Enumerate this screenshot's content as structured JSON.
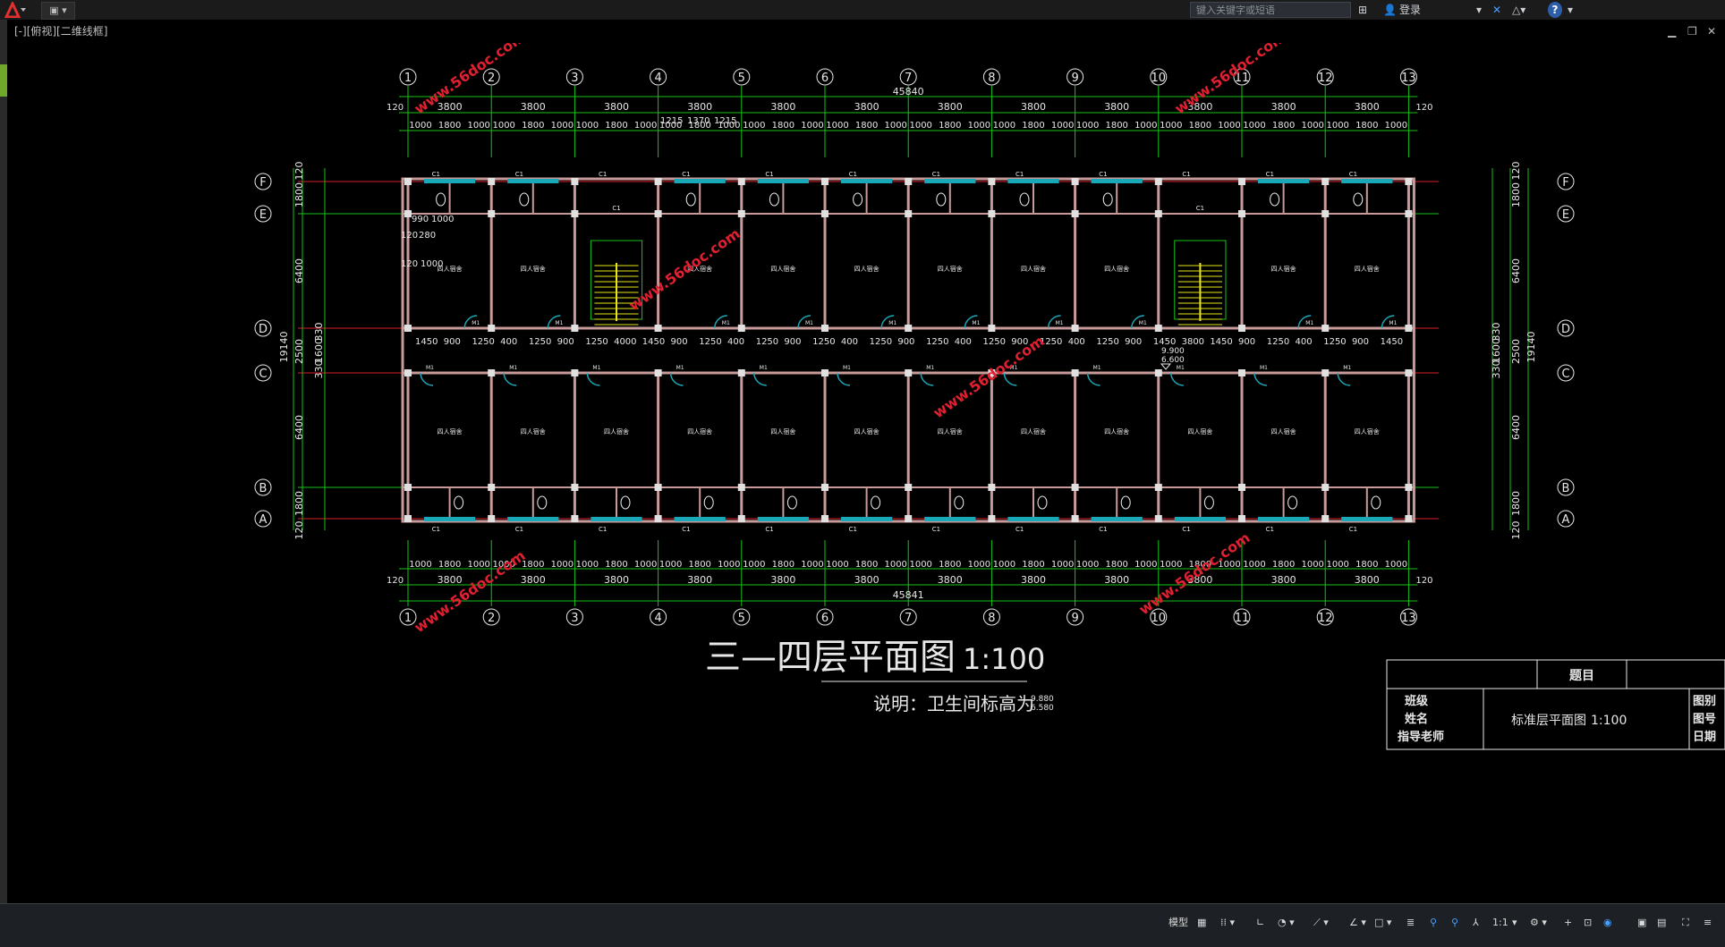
{
  "titlebar": {
    "search_placeholder": "键入关键字或短语",
    "login_label": "登录",
    "help_label": "?"
  },
  "document": {
    "tab_label": "[-][俯视][二维线框]"
  },
  "drawing": {
    "grid_columns": [
      "1",
      "2",
      "3",
      "4",
      "5",
      "6",
      "7",
      "8",
      "9",
      "10",
      "11",
      "12",
      "13"
    ],
    "grid_rows": [
      "F",
      "E",
      "D",
      "C",
      "B",
      "A"
    ],
    "overall_dim_top": "45840",
    "overall_dim_bottom": "45841",
    "bay_dim": "3800",
    "edge_dim": "120",
    "sub_dims": [
      "1000",
      "1800",
      "1000"
    ],
    "row_dims_left": [
      "120",
      "1800",
      "6400",
      "330",
      "1600",
      "330",
      "2500",
      "19140",
      "6400",
      "1800",
      "120"
    ],
    "corridor_dims": [
      "1450",
      "900",
      "1250",
      "400",
      "1250",
      "900",
      "1250",
      "4000",
      "1450",
      "900",
      "1250",
      "400",
      "1250",
      "900",
      "1250",
      "400",
      "1250",
      "900",
      "1250",
      "400",
      "1250",
      "900",
      "1250",
      "400",
      "1250",
      "900",
      "1450",
      "3800",
      "1450",
      "900",
      "1250",
      "400",
      "1250",
      "900",
      "1450"
    ],
    "room_label": "四人宿舍",
    "window_label": "C1",
    "door_label": "M1",
    "level_marks": [
      "9.900",
      "6.600"
    ],
    "misc_dims": [
      "990",
      "1000",
      "120",
      "280",
      "120",
      "1000",
      "1215",
      "1370",
      "1215"
    ],
    "title": "三—四层平面图",
    "title_scale": "1:100",
    "note": "说明：卫生间标高为",
    "note_levels": [
      "9.880",
      "6.580"
    ],
    "watermark": "www.56doc.com",
    "titleblock": {
      "heading": "题目",
      "class_label": "班级",
      "name_label": "姓名",
      "advisor_label": "指导老师",
      "drawing_name": "标准层平面图",
      "drawing_scale": "1:100",
      "right_labels": [
        "图别",
        "图号",
        "日期"
      ]
    }
  },
  "statusbar": {
    "model_label": "模型",
    "scale_label": "1:1"
  },
  "colors": {
    "grid_green": "#18c418",
    "wall_red": "#d9202a",
    "wall_fill": "#c89a9a",
    "stair_yellow": "#e6e61a",
    "window_cyan": "#18a8b8",
    "text_white": "#e8e8e8",
    "watermark_red": "#e02030"
  }
}
